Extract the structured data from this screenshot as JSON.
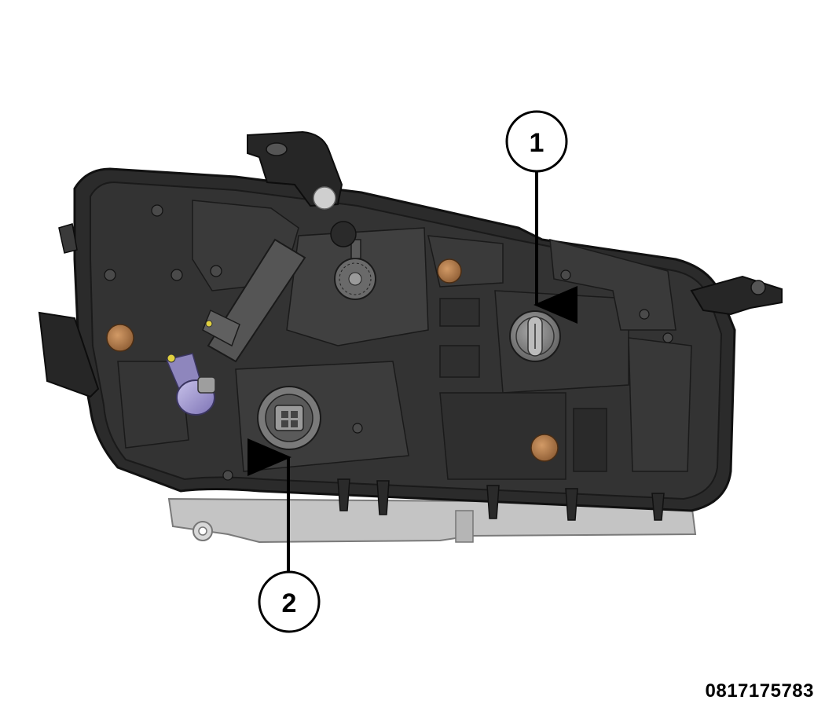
{
  "callouts": [
    {
      "label": "1"
    },
    {
      "label": "2"
    }
  ],
  "figure_id": "0817175783",
  "colors": {
    "housing_dark": "#1f1f1f",
    "housing_mid": "#2e2e2e",
    "housing_light": "#3d3d3d",
    "lower_frame": "#bdbdbd",
    "adjuster_bronze": "#b07a4a",
    "bulb_socket_grey": "#8a8a8a",
    "bulb_purple": "#9b91c9",
    "leader_line": "#000000"
  },
  "icons": {
    "callout_marker": "circle-with-number",
    "leader_arrow": "arrow-pointer"
  }
}
